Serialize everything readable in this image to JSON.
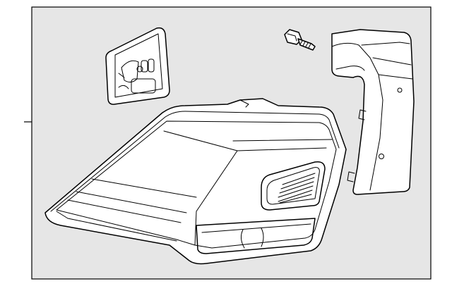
{
  "diagram": {
    "type": "exploded-parts-illustration",
    "background_color": "#ffffff",
    "panel_color": "#e6e6e6",
    "line_color": "#000000",
    "parts": [
      {
        "id": "tail-lamp-assembly"
      },
      {
        "id": "mounting-gasket"
      },
      {
        "id": "mounting-bolt"
      },
      {
        "id": "lamp-garnish-bracket"
      }
    ]
  }
}
